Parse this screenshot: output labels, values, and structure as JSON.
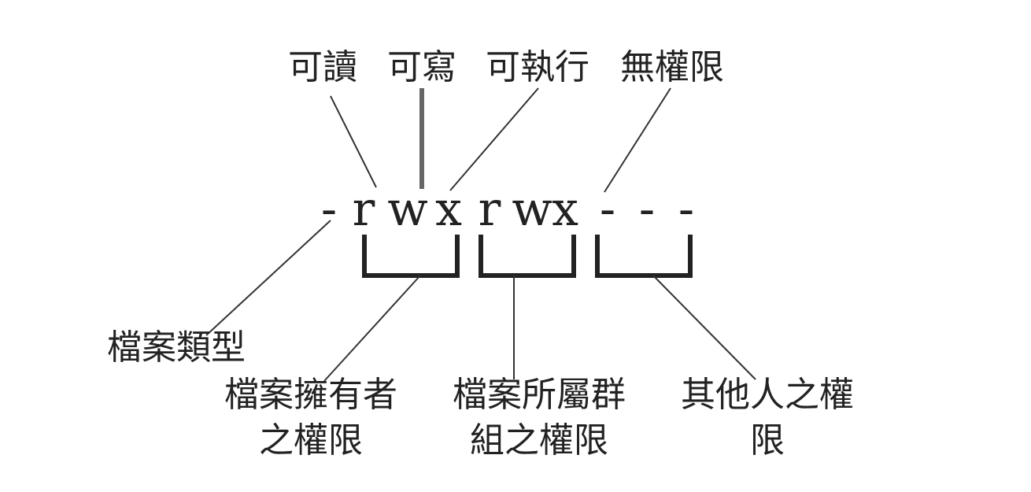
{
  "permission_string": [
    "-",
    "r",
    "w",
    "x",
    "r",
    "w",
    "x",
    "-",
    "-",
    "-"
  ],
  "top_labels": {
    "read": "可讀",
    "write": "可寫",
    "execute": "可執行",
    "none": "無權限"
  },
  "bottom_labels": {
    "file_type": "檔案類型",
    "owner_line1": "檔案擁有者",
    "owner_line2": "之權限",
    "group_line1": "檔案所屬群",
    "group_line2": "組之權限",
    "others_line1": "其他人之權",
    "others_line2": "限"
  },
  "colors": {
    "line": "#333333",
    "text": "#222222",
    "background": "#ffffff"
  }
}
